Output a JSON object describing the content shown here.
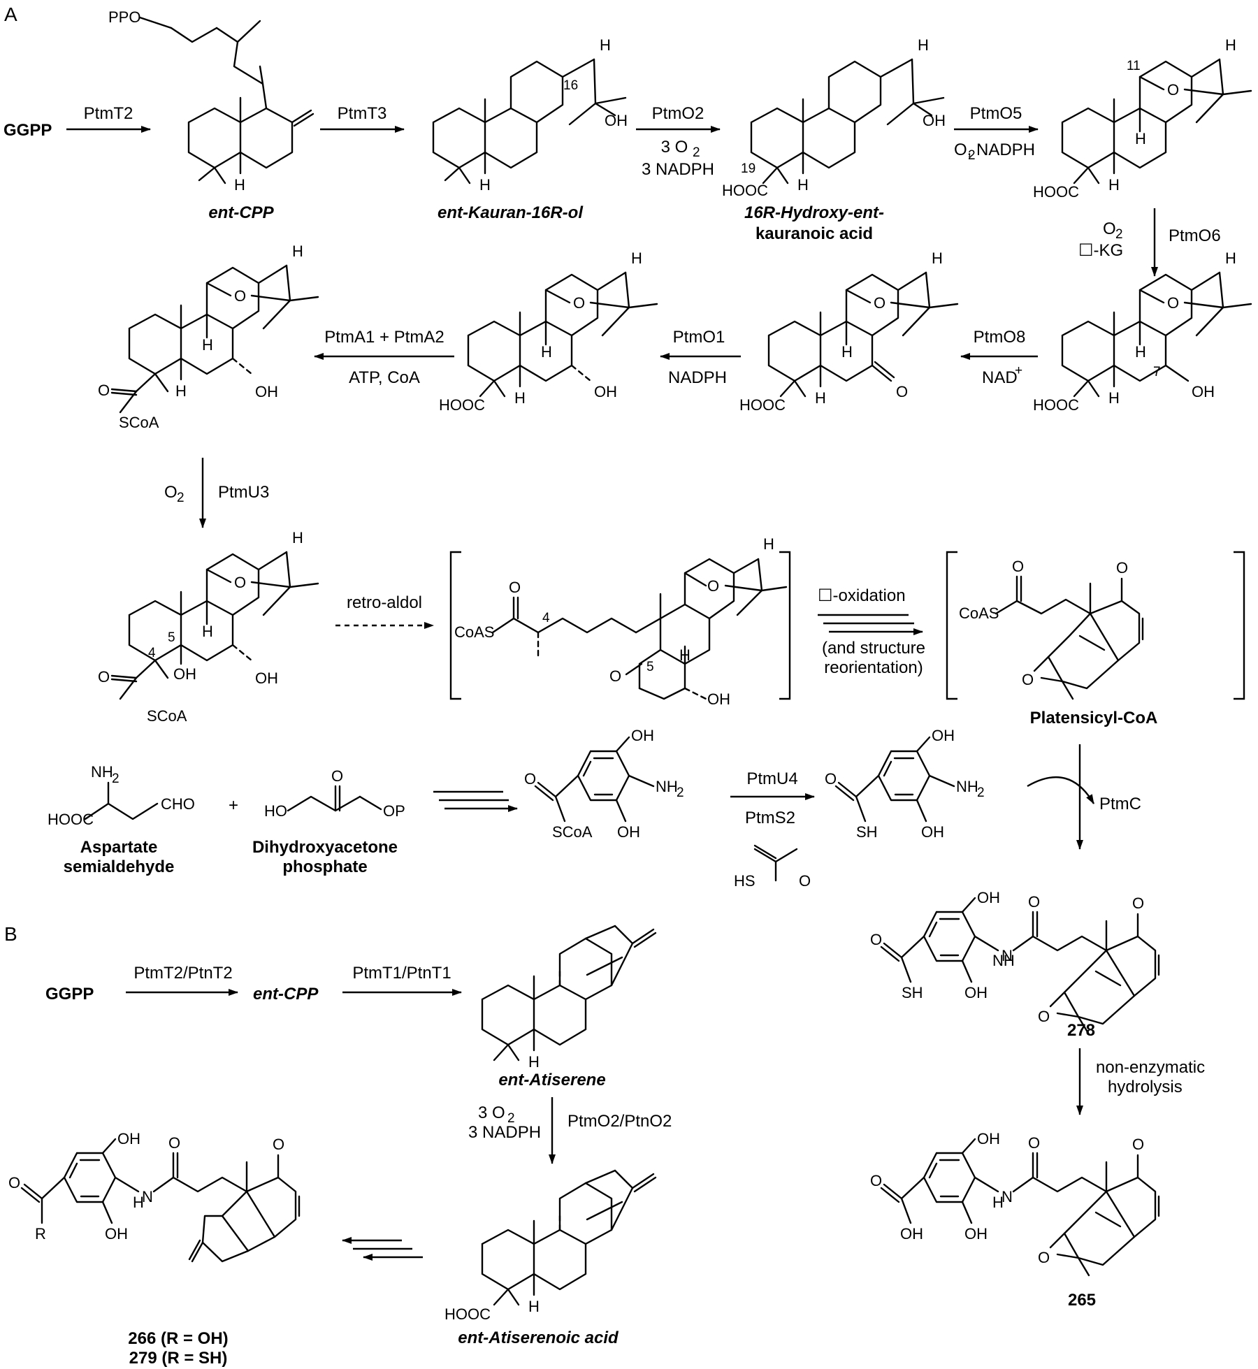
{
  "panels": {
    "a": "A",
    "b": "B"
  },
  "substrates": {
    "ggpp_a": "GGPP",
    "ggpp_b": "GGPP"
  },
  "enzymes": {
    "ptmT2": "PtmT2",
    "ptmT3": "PtmT3",
    "ptmO2": "PtmO2",
    "ptmO5": "PtmO5",
    "ptmO6": "PtmO6",
    "ptmO8": "PtmO8",
    "ptmO1": "PtmO1",
    "ptmA1A2": "PtmA1 + PtmA2",
    "ptmU3": "PtmU3",
    "ptmU4": "PtmU4",
    "ptmS2": "PtmS2",
    "ptmC": "PtmC",
    "ptmT2_ptnT2": "PtmT2/PtnT2",
    "ptmT1_ptnT1": "PtmT1/PtnT1",
    "ptmO2_ptnO2": "PtmO2/PtnO2"
  },
  "conditions": {
    "o2_3": "3 O",
    "nadph_3": "3 NADPH",
    "o2_nadph": "O, NADPH",
    "o2": "O",
    "akg": "☐-KG",
    "nad": "NAD",
    "nadph": "NADPH",
    "atp_coa": "ATP, CoA",
    "retro_aldol": "retro-aldol",
    "beta_ox": "☐-oxidation",
    "reorient_1": "(and structure",
    "reorient_2": "reorientation)",
    "non_enz_1": "non-enzymatic",
    "non_enz_2": "hydrolysis"
  },
  "compound_names": {
    "ent_cpp": "ent-CPP",
    "ent_kauranol": "ent-Kauran-16R-ol",
    "hydroxy_1": "16R-Hydroxy-ent-",
    "hydroxy_2": "kauranoic acid",
    "platensicyl_coa": "Platensicyl-CoA",
    "aspartate_1": "Aspartate",
    "aspartate_2": "semialdehyde",
    "dhap_1": "Dihydroxyacetone",
    "dhap_2": "phosphate",
    "ent_cpp_b": "ent-CPP",
    "ent_atiserene": "ent-Atiserene",
    "ent_atiserenoic": "ent-Atiserenoic acid",
    "c278": "278",
    "c265": "265",
    "c266": "266 (R = OH)",
    "c279": "279 (R = SH)"
  },
  "atom_labels": {
    "ppo": "PPO",
    "h": "H",
    "oh": "OH",
    "cooh": "HOOC",
    "o": "O",
    "nh2": "NH",
    "scoa": "SCoA",
    "coas": "CoAS",
    "cho": "CHO",
    "ho": "HO",
    "op": "OP",
    "sh": "SH",
    "hs": "HS",
    "r": "R",
    "plus": "+"
  },
  "position_labels": {
    "p16": "16",
    "p19": "19",
    "p11": "11",
    "p7": "7",
    "p4": "4",
    "p5": "5"
  }
}
